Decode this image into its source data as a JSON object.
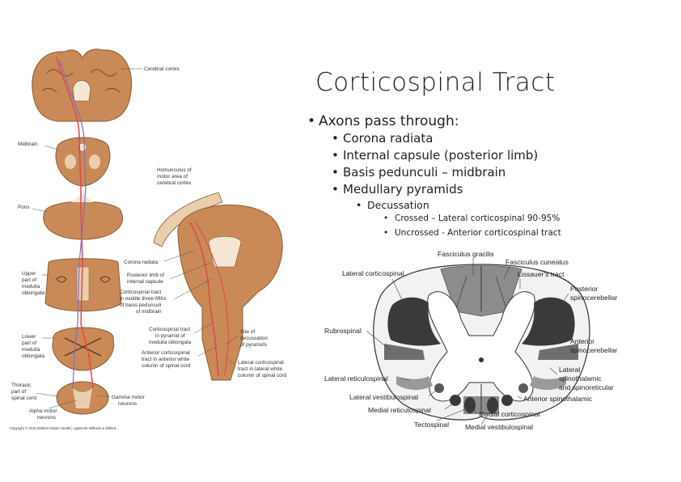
{
  "slide": {
    "title": "Corticospinal Tract",
    "bullet1": "Axons pass through:",
    "sub": [
      "Corona radiata",
      "Internal capsule (posterior limb)",
      "Basis pedunculi – midbrain",
      "Medullary pyramids"
    ],
    "decussation": "Decussation",
    "subsub": [
      "Crossed – Lateral corticospinal 90-95%",
      "Uncrossed - Anterior corticospinal tract"
    ]
  },
  "left_figure": {
    "labels": {
      "cerebral_cortex": "Cerebral cortex",
      "midbrain": "Midbrain",
      "pons": "Pons",
      "upper_medulla": [
        "Upper",
        "part of",
        "medulla",
        "oblongata"
      ],
      "lower_medulla": [
        "Lower",
        "part of",
        "medulla",
        "oblongata"
      ],
      "thoracic": [
        "Thoracic",
        "part of",
        "spinal cord"
      ],
      "alpha": [
        "Alpha motor",
        "neurons"
      ],
      "gamma": [
        "Gamma motor",
        "neurons"
      ],
      "homunculus": [
        "Homunculus of",
        "motor area of",
        "cerebral cortex"
      ],
      "corona": "Corona radiata",
      "posterior_limb": [
        "Posterior limb of",
        "internal capsule"
      ],
      "ct_midbrain": [
        "Corticospinal tract",
        "in middle three-fifths",
        "of basis pedunculi",
        "of midbrain"
      ],
      "ct_pyramid": [
        "Corticospinal tract",
        "in pyramid of",
        "medulla oblongata"
      ],
      "anterior_ct": [
        "Anterior corticospinal",
        "tract in anterior white",
        "column of spinal cord"
      ],
      "site_decussation": [
        "Site of",
        "decussation",
        "of pyramids"
      ],
      "lateral_ct": [
        "Lateral corticospinal",
        "tract in lateral white",
        "column of spinal cord"
      ],
      "copyright": "Copyright © 2010 Wolters Kluwer Health | Lippincott Williams & Wilkins"
    }
  },
  "right_figure": {
    "labels": {
      "fasciculus_gracilis": "Fasciculus gracilis",
      "fasciculus_cuneatus": "Fasciculus cuneatus",
      "lissauer": "Lissauer's tract",
      "lateral_corticospinal": "Lateral corticospinal",
      "posterior_spinocerebellar": [
        "Posterior",
        "spinocerebellar"
      ],
      "rubrospinal": "Rubrospinal",
      "anterior_spinocerebellar": [
        "Anterior",
        "spinocerebellar"
      ],
      "lateral_spinothalamic": [
        "Lateral",
        "spinothalamic",
        "and spinoreticular"
      ],
      "lateral_reticulospinal": "Lateral reticulospinal",
      "anterior_spinothalamic": "Anterior spinothalamic",
      "lateral_vestibulospinal": "Lateral vestibulospinal",
      "medial_corticospinal": "Medial corticospinal",
      "medial_reticulospinal": "Medial reticulospinal",
      "tectospinal": "Tectospinal",
      "medial_vestibulospinal": "Medial vestibulospinal"
    }
  },
  "colors": {
    "tissue": "#c98a58",
    "tissue_dark": "#8b5a33",
    "tract": "#e0474c",
    "tract_blue": "#7a6fc0",
    "cord_gray": "#8c8c8c",
    "cord_dark": "#3a3a3a"
  }
}
